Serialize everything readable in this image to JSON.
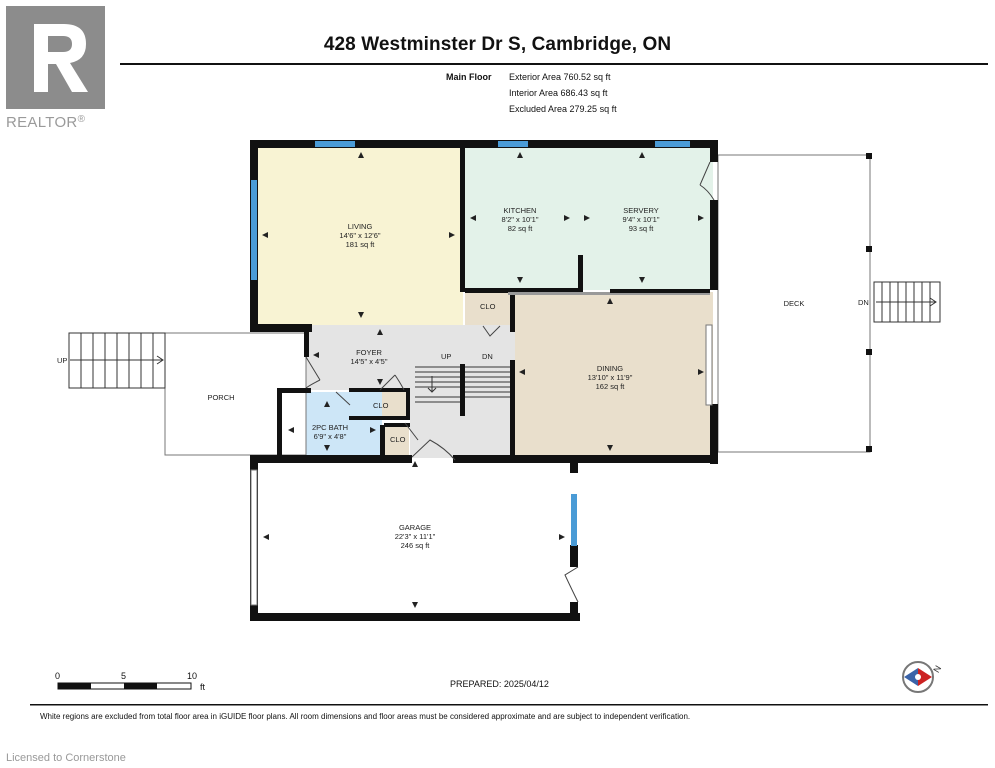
{
  "header": {
    "title": "428 Westminster Dr S, Cambridge, ON",
    "floor_name": "Main Floor",
    "exterior_area": "Exterior Area 760.52 sq ft",
    "interior_area": "Interior Area 686.43 sq ft",
    "excluded_area": "Excluded Area 279.25 sq ft"
  },
  "logo": {
    "text": "REALTOR",
    "reg": "®"
  },
  "rooms": {
    "living": {
      "name": "LIVING",
      "dims": "14'6\" x 12'6\"",
      "area": "181 sq ft"
    },
    "kitchen": {
      "name": "KITCHEN",
      "dims": "8'2\" x 10'1\"",
      "area": "82 sq ft"
    },
    "servery": {
      "name": "SERVERY",
      "dims": "9'4\" x 10'1\"",
      "area": "93 sq ft"
    },
    "foyer": {
      "name": "FOYER",
      "dims": "14'5\" x 4'5\""
    },
    "dining": {
      "name": "DINING",
      "dims": "13'10\" x 11'9\"",
      "area": "162 sq ft"
    },
    "bath": {
      "name": "2PC BATH",
      "dims": "6'9\" x 4'8\""
    },
    "garage": {
      "name": "GARAGE",
      "dims": "22'3\" x 11'1\"",
      "area": "246 sq ft"
    },
    "porch": {
      "name": "PORCH"
    },
    "deck": {
      "name": "DECK"
    }
  },
  "labels": {
    "clo": "CLO",
    "up": "UP",
    "dn": "DN"
  },
  "scale": {
    "zero": "0",
    "five": "5",
    "ten": "10",
    "unit": "ft"
  },
  "prepared": "PREPARED: 2025/04/12",
  "footer_note": "White regions are excluded from total floor area in iGUIDE floor plans. All room dimensions and floor areas must be considered approximate and are subject to independent verification.",
  "licensed": "Licensed to Cornerstone",
  "compass": {
    "label": "N"
  },
  "colors": {
    "living": "#f8f3d3",
    "kitchen": "#e3f2e9",
    "dining": "#e9dfcc",
    "bath": "#cde6f7",
    "closet": "#e9dfcc",
    "foyer": "#e4e4e4",
    "wall": "#111111",
    "window": "#4a9bd6",
    "logo": "#8c8c8c"
  }
}
